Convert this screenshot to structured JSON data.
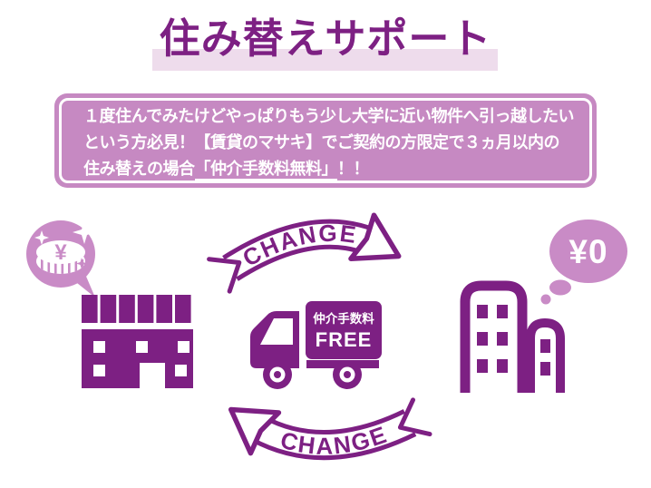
{
  "title": "住み替えサポート",
  "info_box": {
    "line1": "１度住んでみたけどやっぱりもう少し大学に近い物件へ引っ越したい",
    "line2": "という方必見！【賃貸のマサキ】でご契約の方限定で３ヵ月以内の",
    "line3_prefix": "住み替えの場合",
    "line3_underline": "「仲介手数料無料」",
    "line3_suffix": "！！"
  },
  "icons": {
    "coin_symbol": "¥",
    "change_top": "CHANGE",
    "change_bottom": "CHANGE",
    "truck_line1": "仲介手数料",
    "truck_line2": "FREE",
    "zero_yen": "¥0"
  },
  "colors": {
    "purple": "#7d2083",
    "bubble_pink": "#c98bc6",
    "box_pink": "#c689c2",
    "band_pink": "#eedcec"
  }
}
